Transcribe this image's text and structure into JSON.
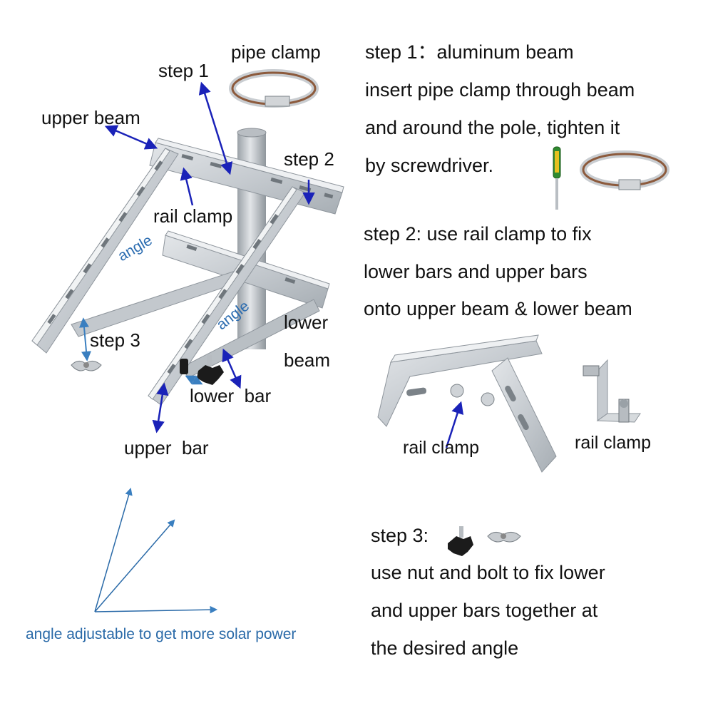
{
  "labels": {
    "pipe_clamp": "pipe clamp",
    "step1": "step 1",
    "upper_beam": "upper beam",
    "step2": "step 2",
    "rail_clamp": "rail clamp",
    "angle_left": "angle",
    "angle_right": "angle",
    "lower": "lower",
    "beam": "beam",
    "step3": "step 3",
    "lower_bar": "lower  bar",
    "upper_bar": "upper  bar",
    "rail_clamp_detail": "rail clamp",
    "rail_clamp_part": "rail clamp",
    "caption": "angle adjustable to get more solar power"
  },
  "steps": {
    "step1": [
      "step 1：aluminum beam",
      "insert pipe clamp through beam",
      "and around the pole, tighten it",
      "by screwdriver."
    ],
    "step2": [
      "step 2: use rail clamp to fix",
      "lower bars and upper bars",
      "onto upper beam & lower beam"
    ],
    "step3": [
      "step 3:",
      "use nut and bolt to fix lower",
      "and upper bars together at",
      "the desired angle"
    ]
  },
  "colors": {
    "arrow": "#1a22b8",
    "angle_text": "#2b6cb0",
    "caption": "#2a6aa8",
    "aluminum": "#c9ced3",
    "aluminum_dark": "#8e959c"
  },
  "icons": [
    "screwdriver-icon",
    "pipe-clamp-icon",
    "knob-bolt-icon",
    "wing-nut-icon",
    "rail-clamp-icon"
  ]
}
